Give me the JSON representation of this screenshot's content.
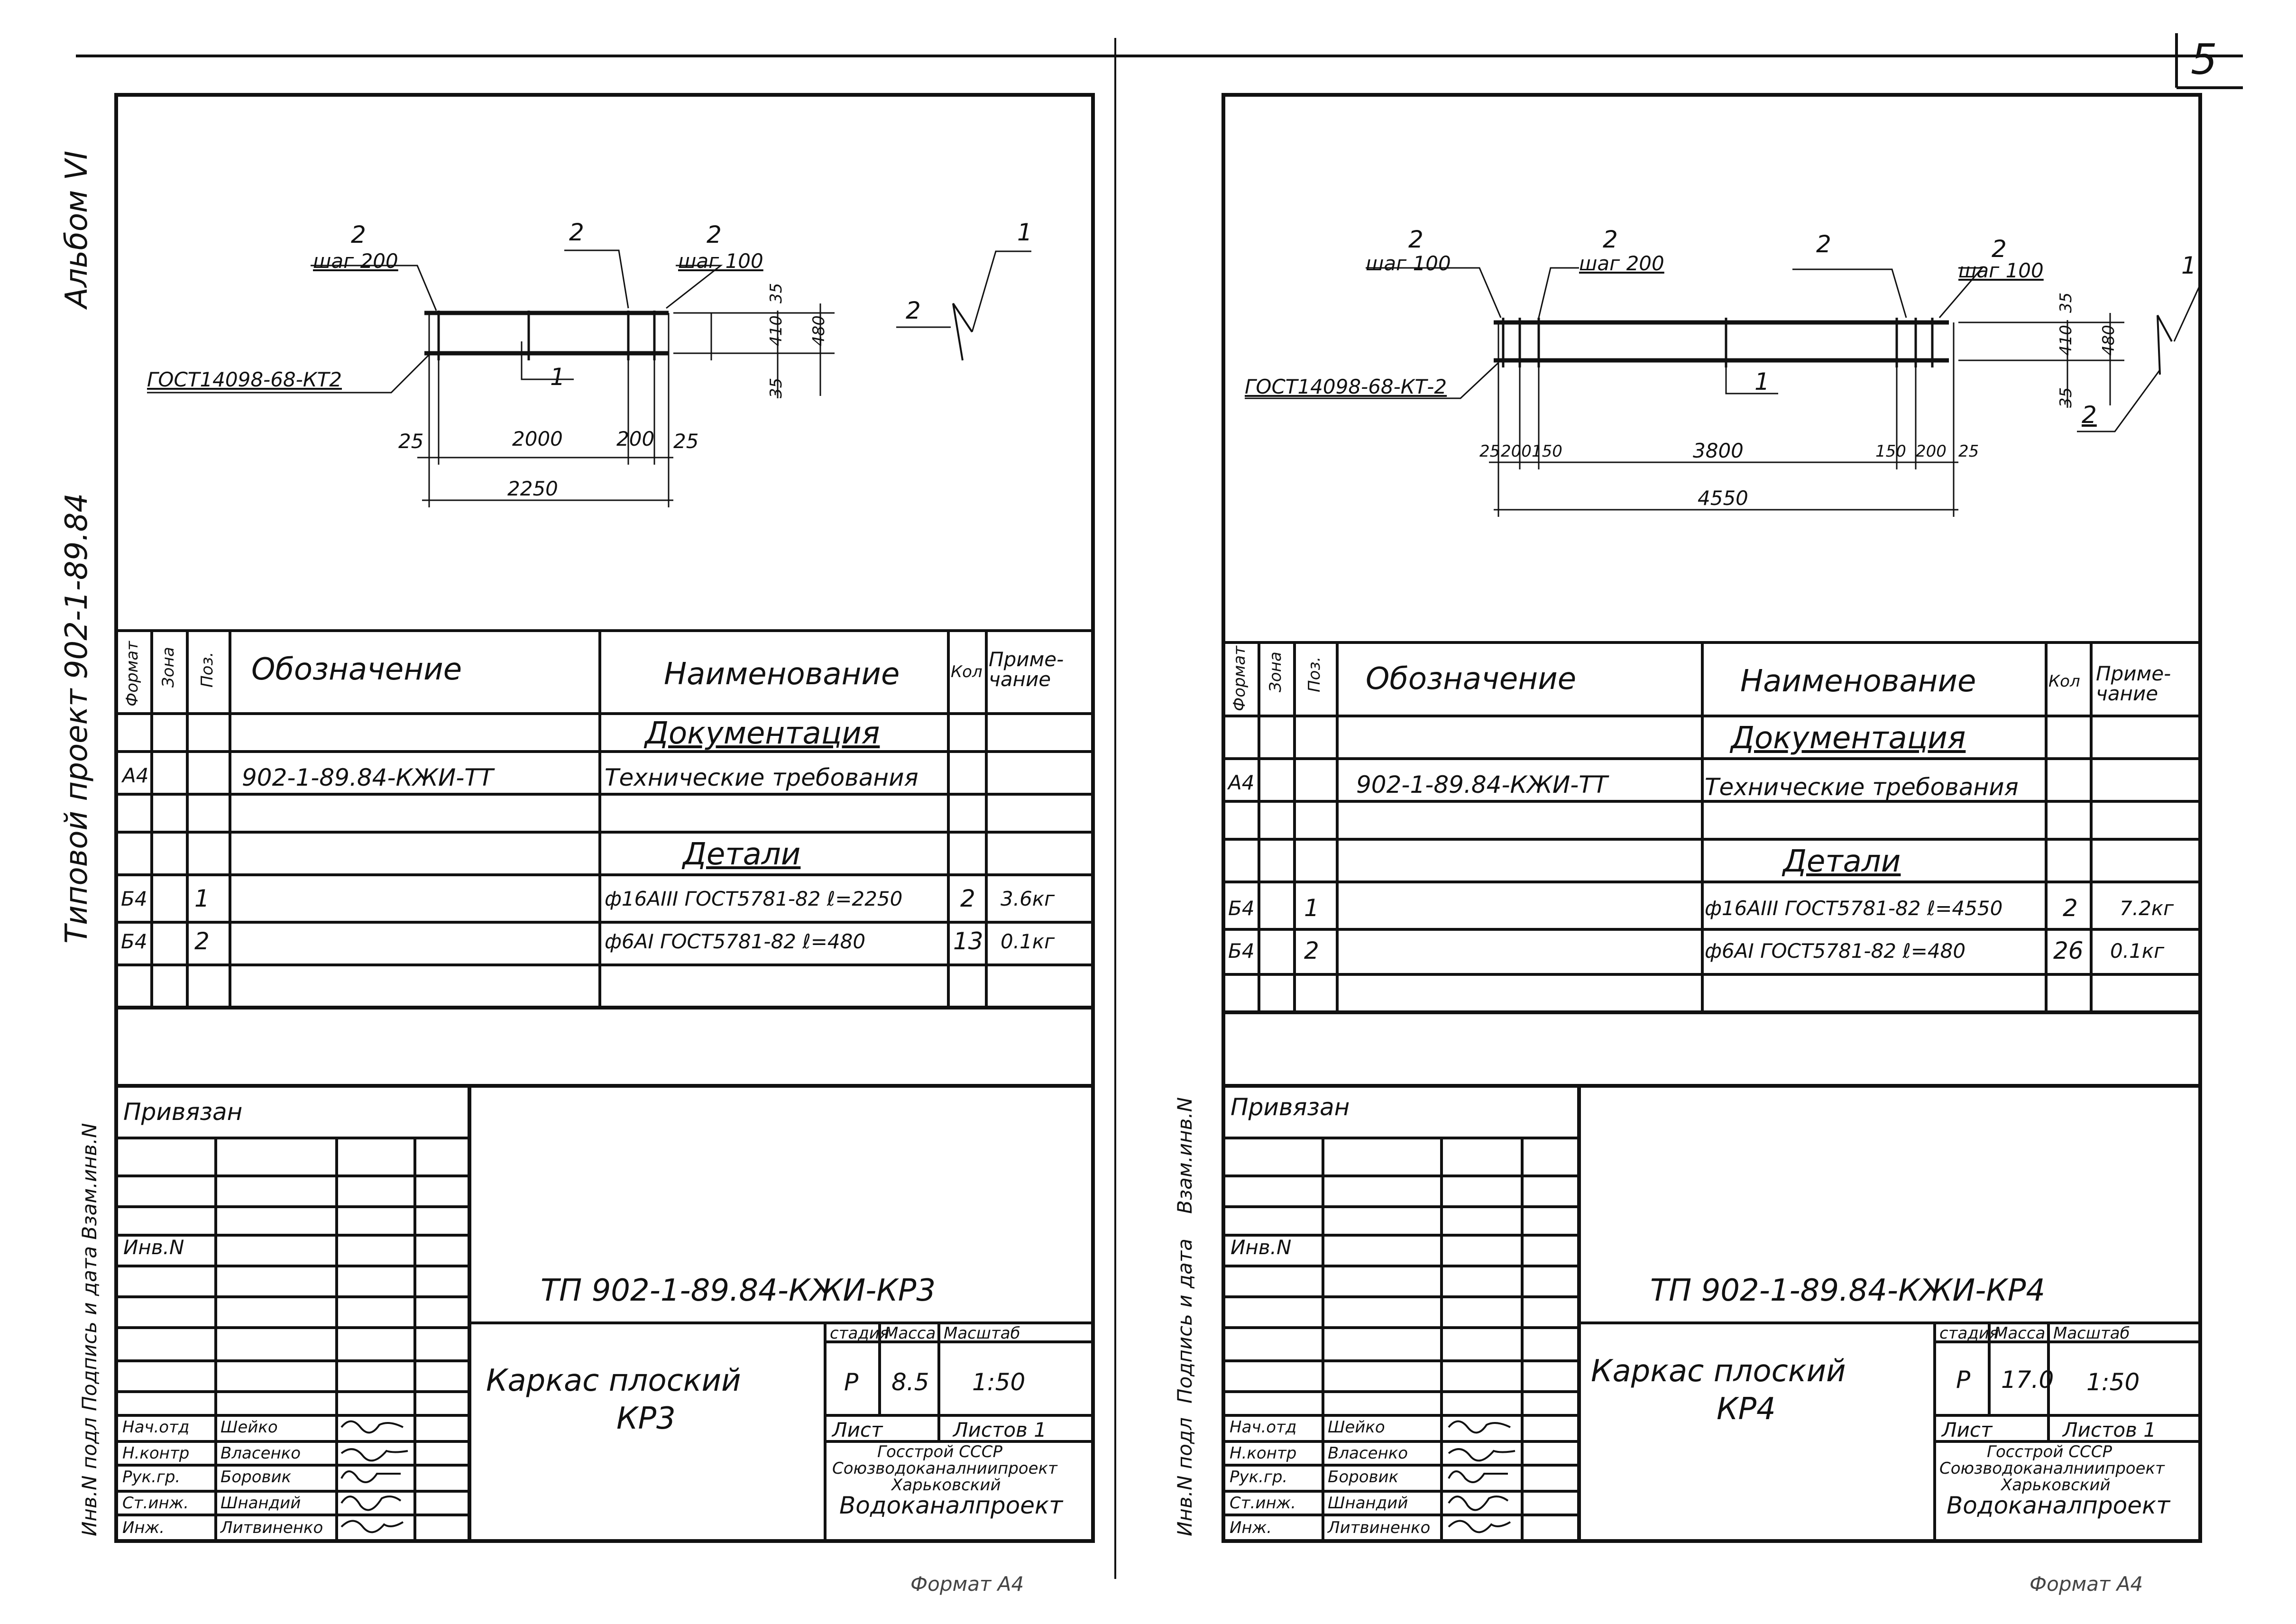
{
  "page_number": "5",
  "side_labels": {
    "album": "Альбом VI",
    "project": "Типовой проект 902-1-89.84"
  },
  "stamp_side": {
    "vertical": [
      "Инв.N подл",
      "Подпись и дата",
      "Взам.инв.N"
    ],
    "left_vertical": "Инв.N подл Подпись и дата Взам.инв.N"
  },
  "footer": {
    "format": "Формат А4"
  },
  "sheets": [
    {
      "id": "kr3",
      "drawing": {
        "callouts": {
          "a": "2",
          "a_step": "шаг 200",
          "b": "2",
          "c": "2",
          "c_step": "шаг 100",
          "detail_1": "1",
          "detail_2": "2",
          "pos1": "1"
        },
        "gost": "ГОСТ14098-68-КТ2",
        "dims": {
          "d25a": "25",
          "d2000": "2000",
          "d200": "200",
          "d25b": "25",
          "total": "2250",
          "h410": "410",
          "h480": "480",
          "h35a": "35",
          "h35b": "35"
        }
      },
      "spec": {
        "headers": {
          "format": "Формат",
          "zone": "Зона",
          "pos": "Поз.",
          "designation": "Обозначение",
          "name": "Наименование",
          "qty": "Кол",
          "note": "Приме-чание"
        },
        "section_docs": "Документация",
        "doc_row": {
          "format": "А4",
          "designation": "902-1-89.84-КЖИ-ТТ",
          "name": "Технические требования"
        },
        "section_parts": "Детали",
        "rows": [
          {
            "format": "Б4",
            "pos": "1",
            "name": "ф16АIII ГОСТ5781-82 ℓ=2250",
            "qty": "2",
            "note": "3.6кг"
          },
          {
            "format": "Б4",
            "pos": "2",
            "name": "ф6АI ГОСТ5781-82 ℓ=480",
            "qty": "13",
            "note": "0.1кг"
          }
        ]
      },
      "title_block": {
        "privyazan": "Привязан",
        "inv_no": "Инв.N",
        "code": "ТП 902-1-89.84-КЖИ-КР3",
        "title_line1": "Каркас плоский",
        "title_line2": "КР3",
        "stadia_label": "стадия",
        "massa_label": "Масса",
        "masshtab_label": "Масштаб",
        "stadia": "Р",
        "massa": "8.5",
        "masshtab": "1:50",
        "list_label": "Лист",
        "listov_label": "Листов 1",
        "org1": "Госстрой СССР",
        "org2": "Союзводоканалниипроект",
        "org3": "Харьковский",
        "org4": "Водоканалпроект",
        "roles": [
          {
            "role": "Нач.отд",
            "name": "Шейко"
          },
          {
            "role": "Н.контр",
            "name": "Власенко"
          },
          {
            "role": "Рук.гр.",
            "name": "Боровик"
          },
          {
            "role": "Ст.инж.",
            "name": "Шнандий"
          },
          {
            "role": "Инж.",
            "name": "Литвиненко"
          }
        ]
      }
    },
    {
      "id": "kr4",
      "drawing": {
        "callouts": {
          "a": "2",
          "a_step": "шаг 100",
          "b": "2",
          "b_step": "шаг 200",
          "c": "2",
          "d": "2",
          "d_step": "шаг 100",
          "detail_1": "1",
          "detail_2": "2",
          "pos1": "1"
        },
        "gost": "ГОСТ14098-68-КТ-2",
        "dims": {
          "d25a": "25",
          "d200a": "200",
          "d150a": "150",
          "d3800": "3800",
          "d150b": "150",
          "d200b": "200",
          "d25b": "25",
          "total": "4550",
          "h410": "410",
          "h480": "480",
          "h35a": "35",
          "h35b": "35"
        }
      },
      "spec": {
        "headers": {
          "format": "Формат",
          "zone": "Зона",
          "pos": "Поз.",
          "designation": "Обозначение",
          "name": "Наименование",
          "qty": "Кол",
          "note": "Приме-чание"
        },
        "section_docs": "Документация",
        "doc_row": {
          "format": "А4",
          "designation": "902-1-89.84-КЖИ-ТТ",
          "name": "Технические требования"
        },
        "section_parts": "Детали",
        "rows": [
          {
            "format": "Б4",
            "pos": "1",
            "name": "ф16АIII ГОСТ5781-82 ℓ=4550",
            "qty": "2",
            "note": "7.2кг"
          },
          {
            "format": "Б4",
            "pos": "2",
            "name": "ф6АI ГОСТ5781-82 ℓ=480",
            "qty": "26",
            "note": "0.1кг"
          }
        ]
      },
      "title_block": {
        "privyazan": "Привязан",
        "inv_no": "Инв.N",
        "code": "ТП 902-1-89.84-КЖИ-КР4",
        "title_line1": "Каркас плоский",
        "title_line2": "КР4",
        "stadia_label": "стадия",
        "massa_label": "Масса",
        "masshtab_label": "Масштаб",
        "stadia": "Р",
        "massa": "17.0",
        "masshtab": "1:50",
        "list_label": "Лист",
        "listov_label": "Листов 1",
        "org1": "Госстрой СССР",
        "org2": "Союзводоканалниипроект",
        "org3": "Харьковский",
        "org4": "Водоканалпроект",
        "roles": [
          {
            "role": "Нач.отд",
            "name": "Шейко"
          },
          {
            "role": "Н.контр",
            "name": "Власенко"
          },
          {
            "role": "Рук.гр.",
            "name": "Боровик"
          },
          {
            "role": "Ст.инж.",
            "name": "Шнандий"
          },
          {
            "role": "Инж.",
            "name": "Литвиненко"
          }
        ]
      }
    }
  ]
}
